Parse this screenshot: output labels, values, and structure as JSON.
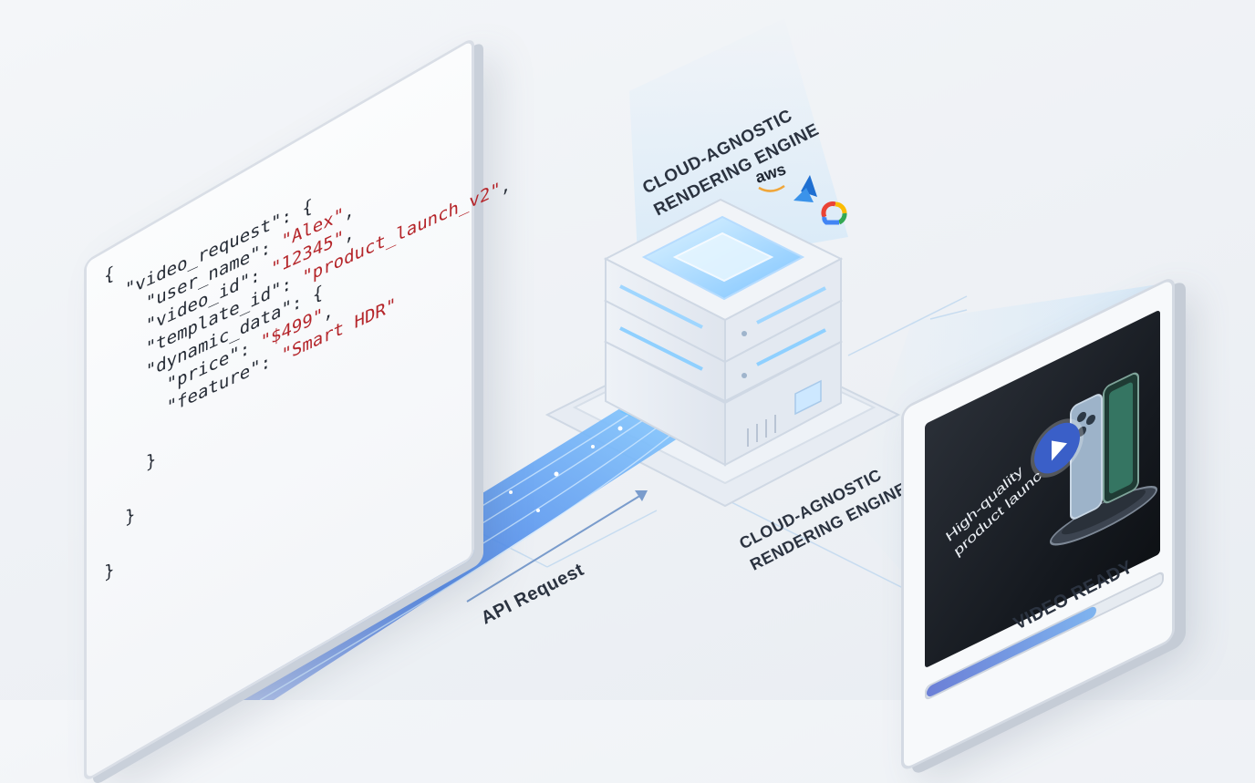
{
  "code_lines": [
    [
      {
        "t": "{ ",
        "s": false
      }
    ],
    [
      {
        "t": "\"video_request\": {",
        "s": false
      }
    ],
    [
      {
        "t": "\"user_name\": ",
        "s": false
      },
      {
        "t": "\"Alex\"",
        "s": true
      },
      {
        "t": ",",
        "s": false
      }
    ],
    [
      {
        "t": "\"video_id\": ",
        "s": false
      },
      {
        "t": "\"12345\"",
        "s": true
      },
      {
        "t": ",",
        "s": false
      }
    ],
    [
      {
        "t": "\"template_id\": ",
        "s": false
      },
      {
        "t": "\"product_launch_v2\"",
        "s": true
      },
      {
        "t": ",",
        "s": false
      }
    ],
    [
      {
        "t": "\"dynamic_data\": {",
        "s": false
      }
    ],
    [
      {
        "t": "\"price\": ",
        "s": false
      },
      {
        "t": "\"$499\"",
        "s": true
      },
      {
        "t": ",",
        "s": false
      }
    ],
    [
      {
        "t": "\"feature\": ",
        "s": false
      },
      {
        "t": "\"Smart HDR\"",
        "s": true
      }
    ],
    [
      {
        "t": "",
        "s": false
      }
    ],
    [
      {
        "t": "}",
        "s": false
      }
    ],
    [
      {
        "t": "",
        "s": false
      }
    ],
    [
      {
        "t": "}",
        "s": false
      }
    ],
    [
      {
        "t": "",
        "s": false
      }
    ],
    [
      {
        "t": "}",
        "s": false
      }
    ]
  ],
  "code_indents": [
    0,
    1,
    2,
    2,
    2,
    2,
    3,
    3,
    0,
    2,
    0,
    1,
    0,
    0
  ],
  "engine_label_top": {
    "line1": "CLOUD-AGNOSTIC",
    "line2": "RENDERING ENGINE"
  },
  "engine_label_bottom": {
    "line1": "CLOUD-AGNOSTIC",
    "line2": "RENDERING ENGINE"
  },
  "cloud_logos": {
    "aws": "aws",
    "azure_icon": "azure-icon",
    "gcp_icon": "google-cloud-icon"
  },
  "api_label": "API Request",
  "video": {
    "overlay_line1": "High-quality",
    "overlay_line2": "product launc",
    "play_icon": "play-icon",
    "progress": 0.72
  },
  "ready_label": "VIDEO READY",
  "colors": {
    "stream": "#3f7be8",
    "glow": "#9fd6ff",
    "string": "#b5262b",
    "label": "#2b3340"
  }
}
